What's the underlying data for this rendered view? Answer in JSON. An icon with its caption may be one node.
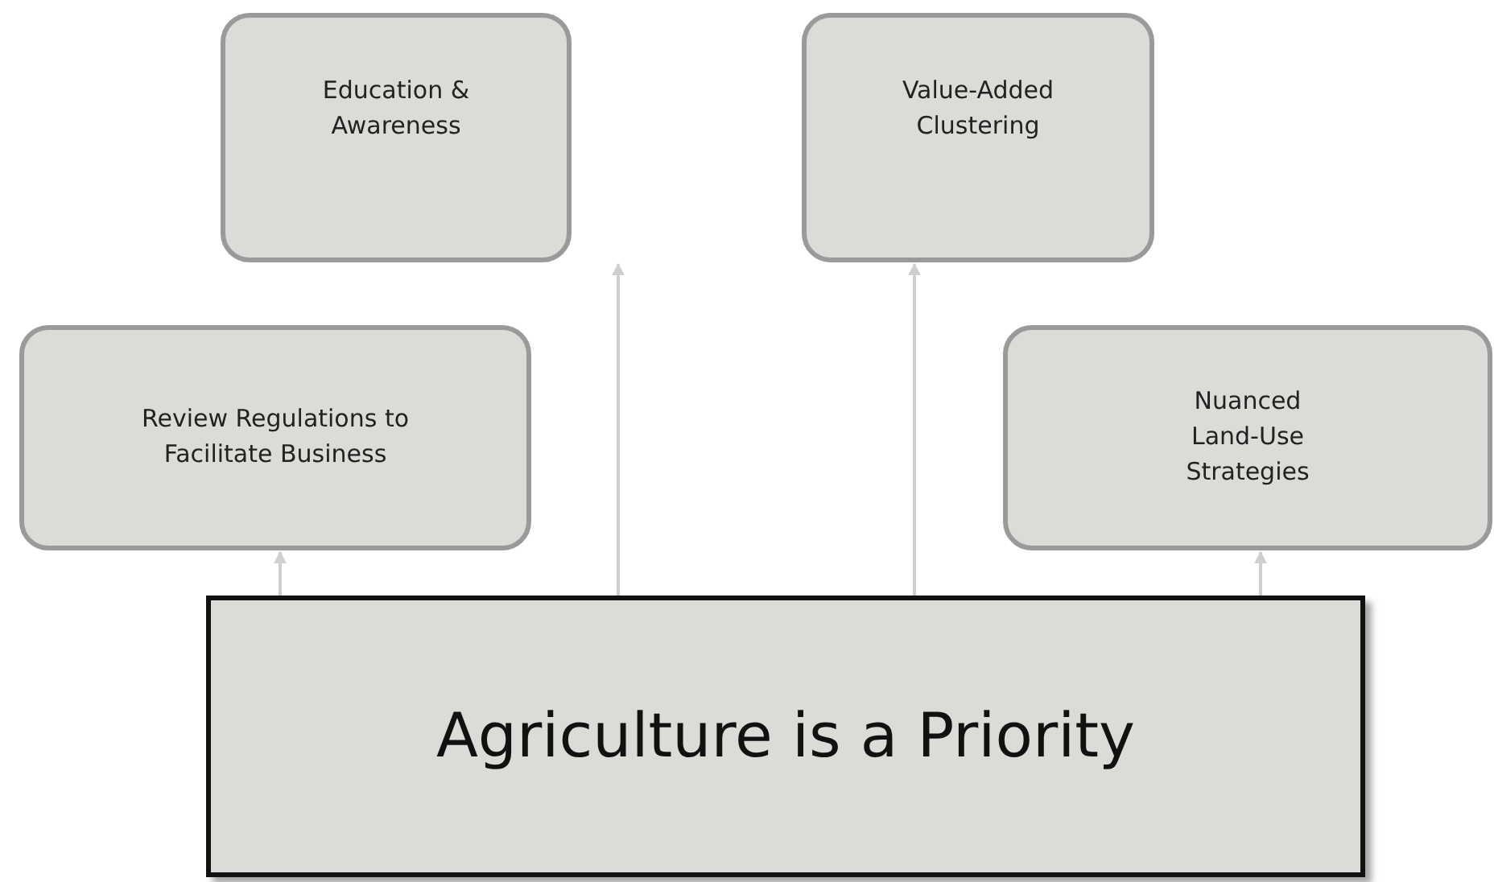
{
  "diagram": {
    "nodes": [
      {
        "text": [
          "Education & Awareness"
        ]
      },
      {
        "text": [
          "Value-Added Clustering"
        ]
      },
      {
        "text": [
          "Review Regulations to Facilitate Business"
        ]
      },
      {
        "text": [
          "Nuanced Land-Use Strategies"
        ]
      },
      {
        "text": [
          "Agriculture is a Priority"
        ]
      }
    ],
    "edges": [
      {
        "from": 4,
        "to": 2,
        "arrow": "to"
      },
      {
        "from": 4,
        "to": 0,
        "arrow": "to"
      },
      {
        "from": 4,
        "to": 1,
        "arrow": "to"
      },
      {
        "from": 4,
        "to": 3,
        "arrow": "to"
      }
    ]
  }
}
